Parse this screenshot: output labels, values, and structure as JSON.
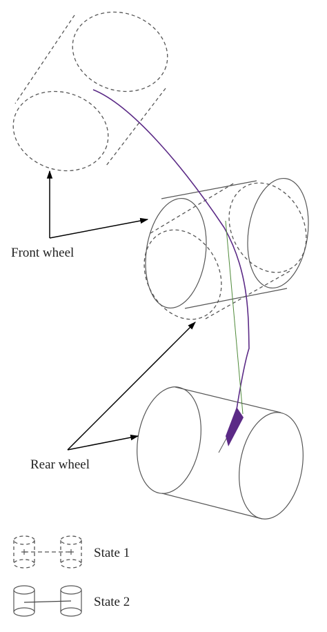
{
  "labels": {
    "front_wheel": "Front wheel",
    "rear_wheel": "Rear wheel"
  },
  "legend": {
    "state1": "State 1",
    "state2": "State 2"
  },
  "colors": {
    "trajectory": "#5b2a86",
    "outline": "#555555",
    "pointer": "#000000"
  }
}
